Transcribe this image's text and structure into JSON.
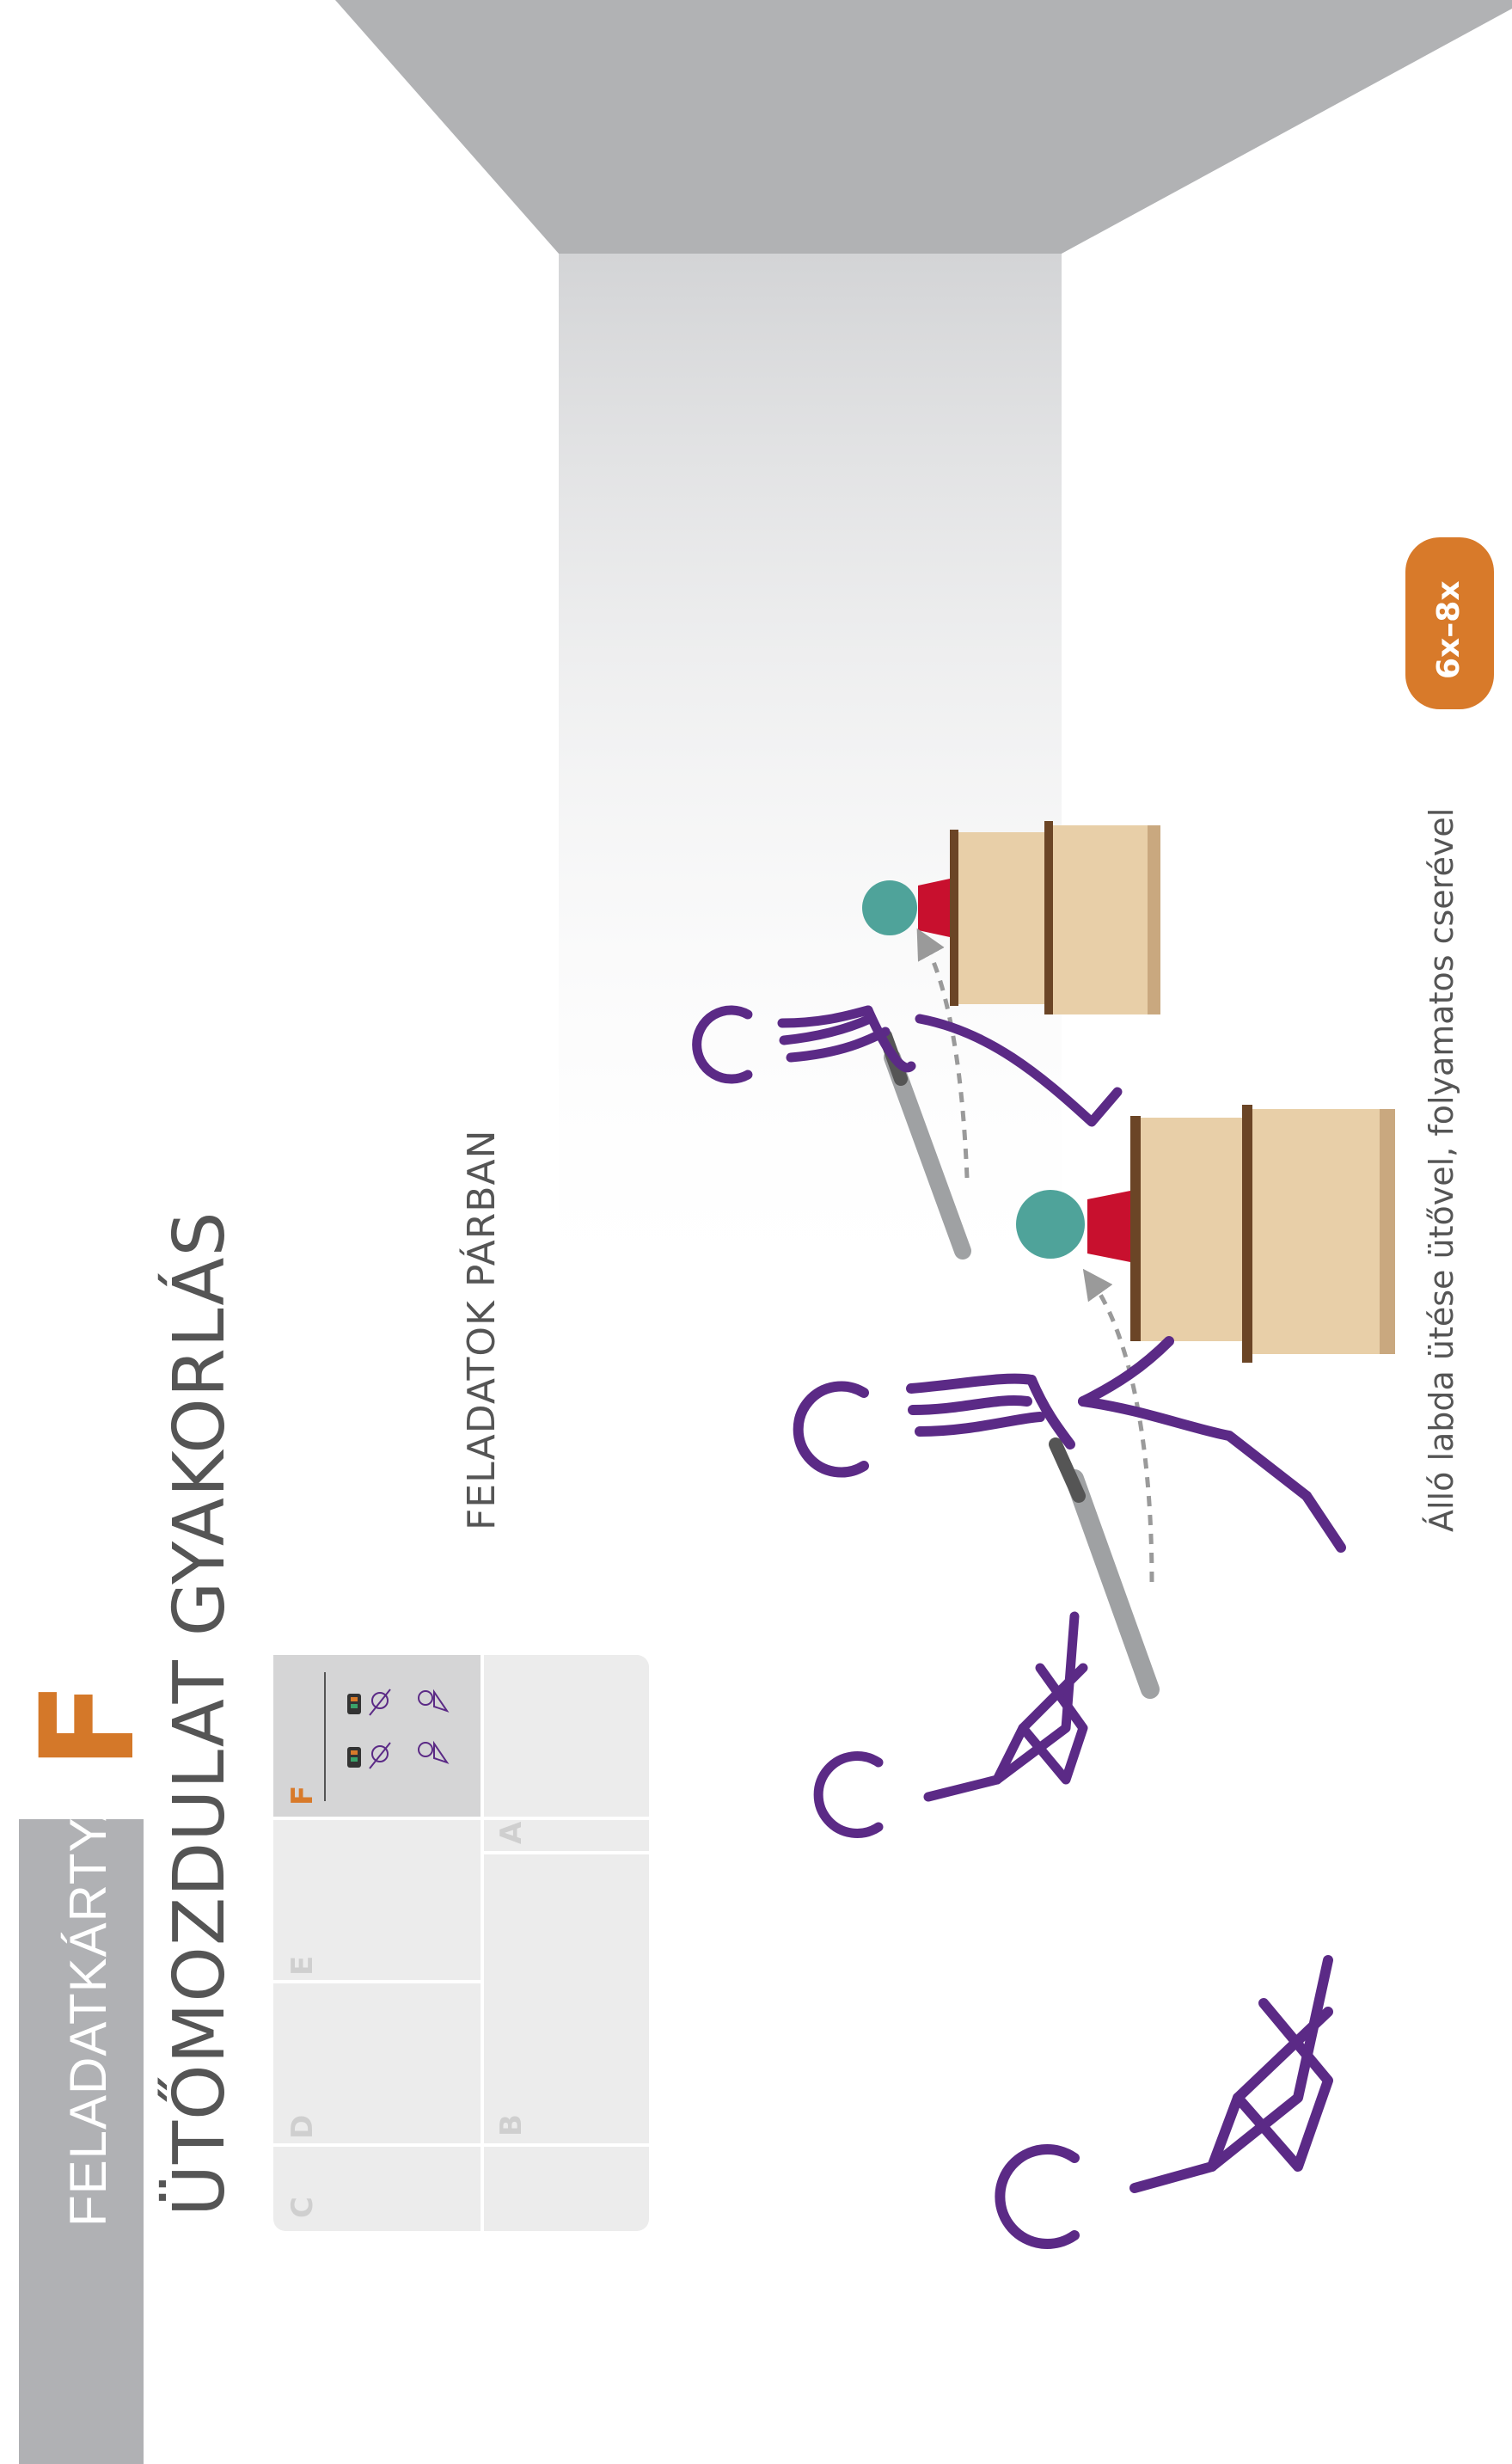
{
  "card": {
    "type_label": "FELADATKÁRTYA",
    "letter": "F",
    "title": "ÜTŐMOZDULAT GYAKORLÁS",
    "subtitle": "FELADATOK PÁRBAN",
    "description": "Álló labda ütése ütővel, folyamatos cserével",
    "repetitions": "6x–8x"
  },
  "station_grid": {
    "labels": [
      "C",
      "D",
      "E",
      "F",
      "B",
      "A"
    ],
    "active": "F"
  },
  "colors": {
    "accent": "#d87a2a",
    "banner_gray": "#b0b1b4",
    "figure_purple": "#5b2a86",
    "ball_teal": "#4fa39a",
    "cone_red": "#c8102e",
    "box_tan": "#e8cfa8",
    "box_brown": "#6b4526"
  },
  "icons": [
    "player-pair-icon",
    "player-pair-icon",
    "group-icon",
    "group-icon"
  ]
}
